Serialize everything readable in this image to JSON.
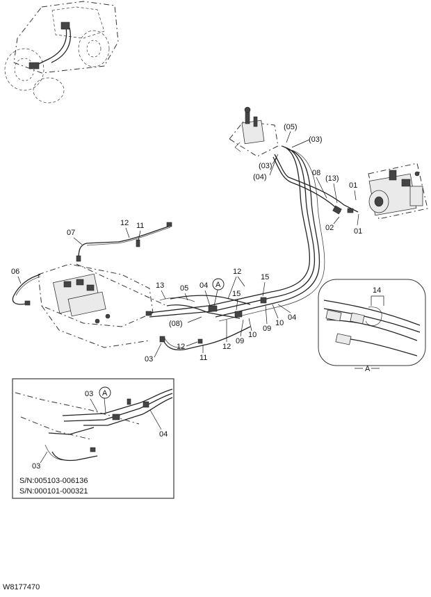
{
  "parts": {
    "p01_a": "01",
    "p01_b": "01",
    "p02": "02",
    "p03_a": "(03)",
    "p03_b": "(03)",
    "p03_c": "03",
    "p04_a": "(04)",
    "p04_b": "04",
    "p04_c": "04",
    "p05_a": "(05)",
    "p05_b": "05",
    "p06": "06",
    "p07": "07",
    "p08_a": "08",
    "p08_b": "(08)",
    "p09_a": "09",
    "p09_b": "09",
    "p10_a": "10",
    "p10_b": "10",
    "p11_a": "11",
    "p11_b": "11",
    "p12_a": "12",
    "p12_b": "12",
    "p12_c": "12",
    "p12_d": "12",
    "p13_a": "(13)",
    "p13_b": "13",
    "p14": "14",
    "p15_a": "15",
    "p15_b": "15"
  },
  "view_marker": "A",
  "detail_view": {
    "caption": "A",
    "part": "14"
  },
  "inset": {
    "p03_a": "03",
    "p03_b": "03",
    "p04": "04",
    "marker": "A",
    "serial_1": "S/N:005103-006136",
    "serial_2": "S/N:000101-000321"
  },
  "drawing_number": "W8177470"
}
